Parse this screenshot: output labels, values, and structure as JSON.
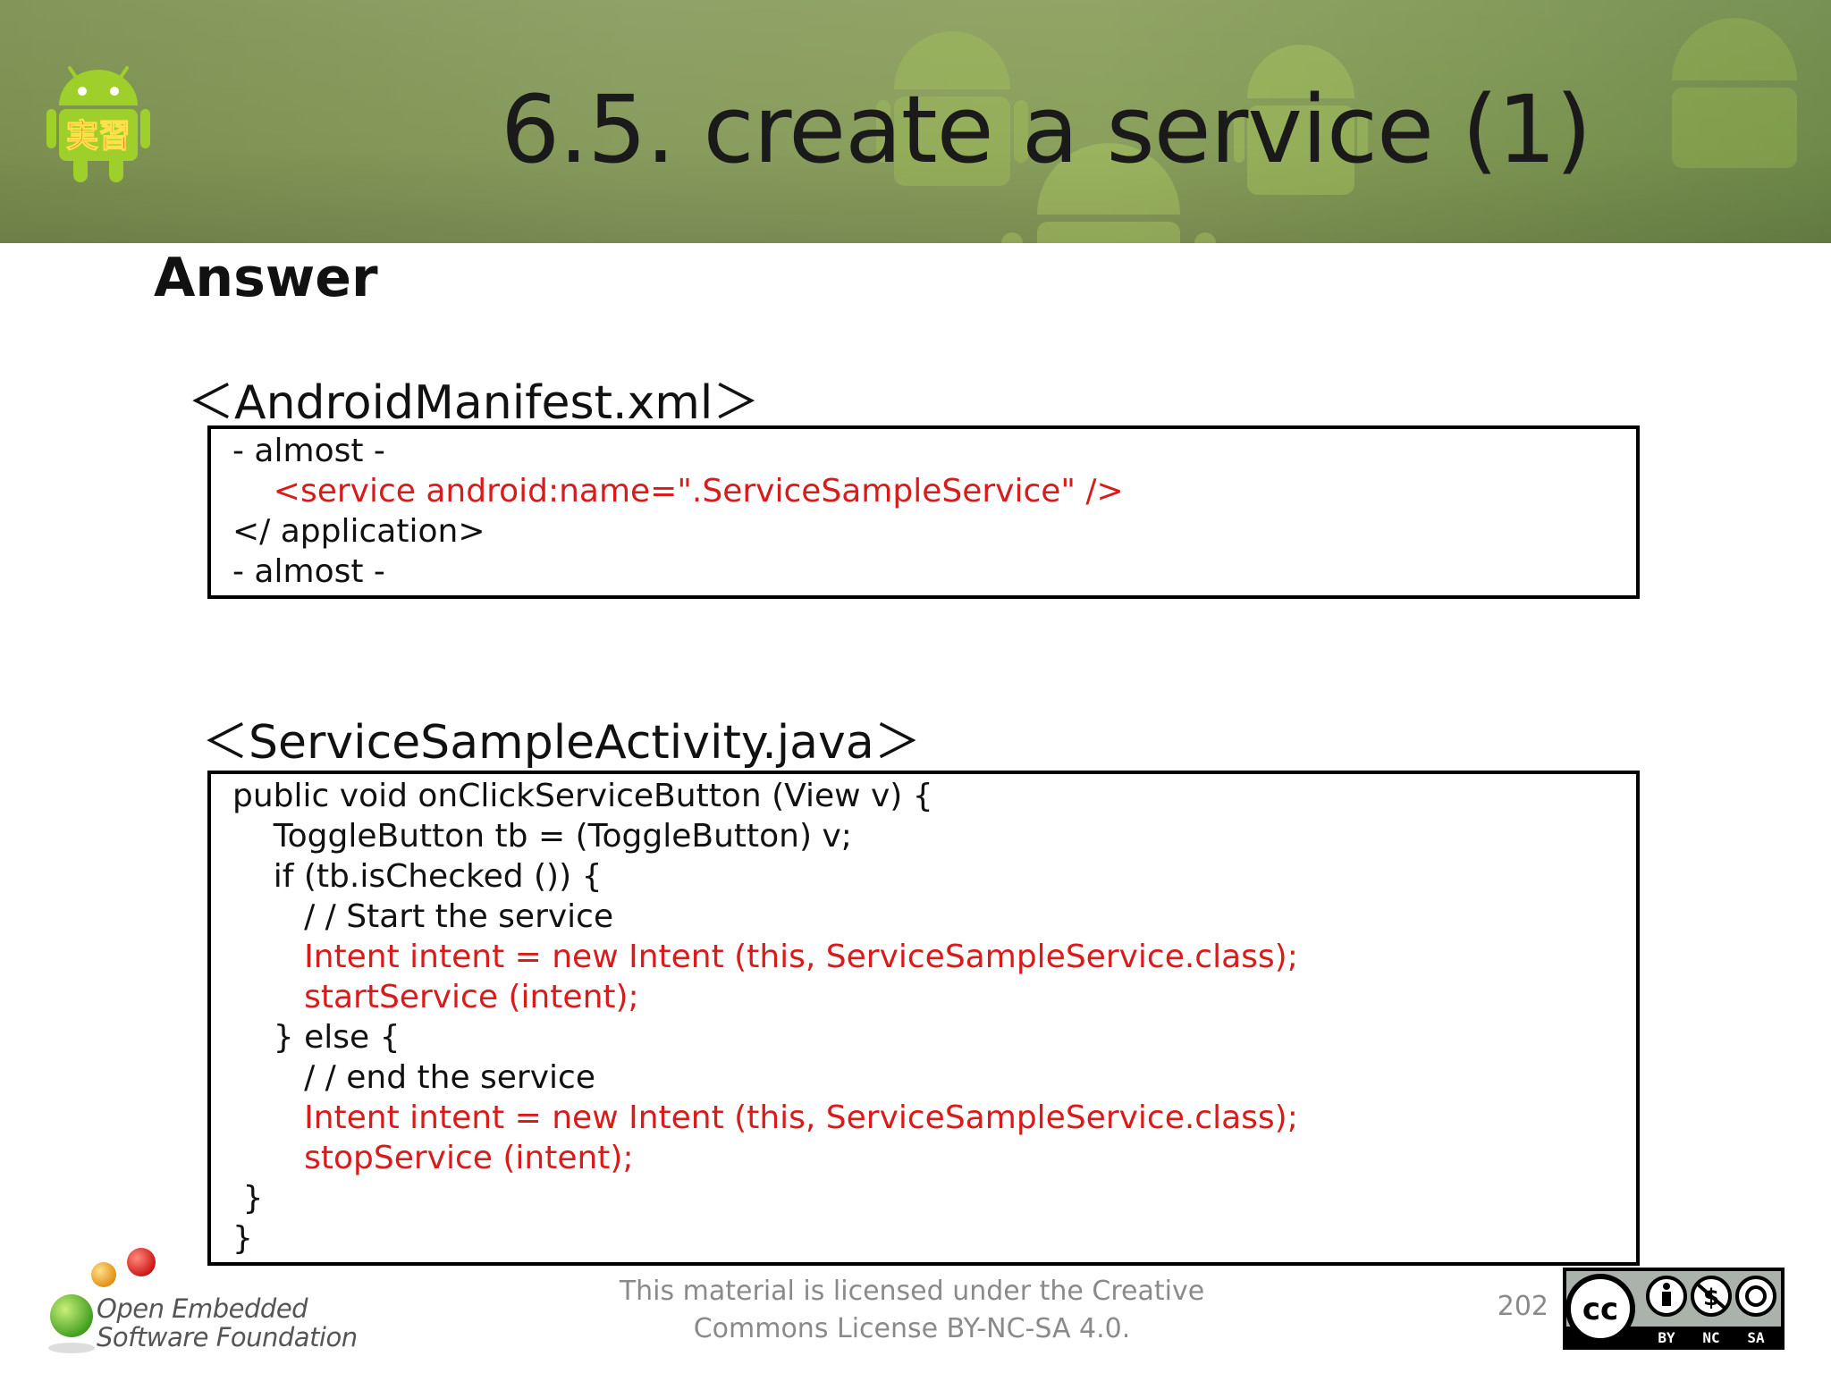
{
  "header": {
    "title": "6.5. create a service (1)",
    "logo_text": "実習",
    "colors": {
      "band": "#859a58",
      "android_green": "#9fcf2b",
      "logo_text": "#e01010"
    }
  },
  "subtitle": "Answer",
  "manifest": {
    "label": "＜AndroidManifest.xml＞",
    "lines": [
      {
        "text": "- almost -",
        "highlight": false
      },
      {
        "text": "    <service android:name=\".ServiceSampleService\" />",
        "highlight": true
      },
      {
        "text": "</ application>",
        "highlight": false
      },
      {
        "text": "- almost -",
        "highlight": false
      }
    ]
  },
  "activity": {
    "label": "＜ServiceSampleActivity.java＞",
    "lines": [
      {
        "text": "public void onClickServiceButton (View v) {",
        "highlight": false
      },
      {
        "text": "    ToggleButton tb = (ToggleButton) v;",
        "highlight": false
      },
      {
        "text": "    if (tb.isChecked ()) {",
        "highlight": false
      },
      {
        "text": "       / / Start the service",
        "highlight": false
      },
      {
        "text": "       Intent intent = new Intent (this, ServiceSampleService.class);",
        "highlight": true
      },
      {
        "text": "       startService (intent);",
        "highlight": true
      },
      {
        "text": "    } else {",
        "highlight": false
      },
      {
        "text": "       / / end the service",
        "highlight": false
      },
      {
        "text": "       Intent intent = new Intent (this, ServiceSampleService.class);",
        "highlight": true
      },
      {
        "text": "       stopService (intent);",
        "highlight": true
      },
      {
        "text": " }",
        "highlight": false
      },
      {
        "text": "}",
        "highlight": false
      }
    ]
  },
  "footer": {
    "org_line1": "Open Embedded",
    "org_line2": "Software Foundation",
    "license_line1": "This material is licensed under the Creative",
    "license_line2": "Commons License BY-NC-SA 4.0.",
    "page_number": "202",
    "cc_badge": {
      "main": "cc",
      "labels": [
        "BY",
        "NC",
        "SA"
      ]
    }
  }
}
